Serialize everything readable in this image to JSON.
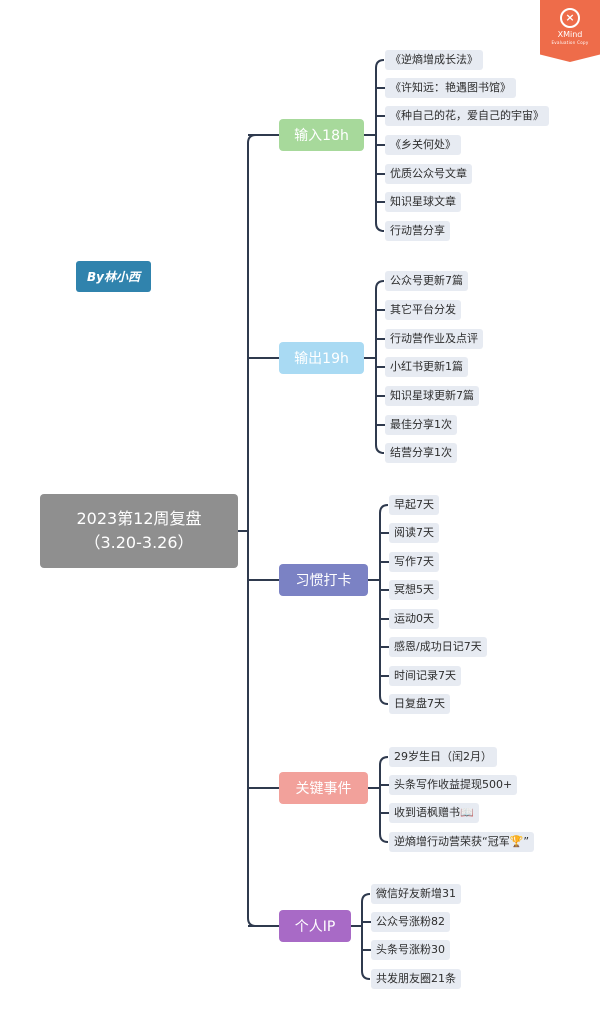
{
  "title": {
    "line1": "2023第12周复盘",
    "line2": "（3.20-3.26）"
  },
  "author": "By林小西",
  "badge": {
    "brand": "XMind",
    "subtitle": "Evaluation Copy"
  },
  "colors": {
    "root": "#8f8f8f",
    "line": "#2f3a4e",
    "leaf_bg": "#e7ebf2",
    "author_bg": "#3083ad",
    "badge_bg": "#ee6c4a"
  },
  "branches": [
    {
      "label": "输入18h",
      "color": "#a7d99b",
      "items": [
        "《逆熵增成长法》",
        "《许知远：艳遇图书馆》",
        "《种自己的花，爱自己的宇宙》",
        "《乡关何处》",
        "优质公众号文章",
        "知识星球文章",
        "行动营分享"
      ]
    },
    {
      "label": "输出19h",
      "color": "#a9daf3",
      "items": [
        "公众号更新7篇",
        "其它平台分发",
        "行动营作业及点评",
        "小红书更新1篇",
        "知识星球更新7篇",
        "最佳分享1次",
        "结营分享1次"
      ]
    },
    {
      "label": "习惯打卡",
      "color": "#7b82c4",
      "items": [
        "早起7天",
        "阅读7天",
        "写作7天",
        "冥想5天",
        "运动0天",
        "感恩/成功日记7天",
        "时间记录7天",
        "日复盘7天"
      ]
    },
    {
      "label": "关键事件",
      "color": "#f2a19b",
      "items": [
        "29岁生日（闰2月）",
        "头条写作收益提现500+",
        "收到语枫赠书📖",
        "逆熵增行动营荣获“冠军🏆”"
      ]
    },
    {
      "label": "个人IP",
      "color": "#a86ac6",
      "items": [
        "微信好友新增31",
        "公众号涨粉82",
        "头条号涨粉30",
        "共发朋友圈21条"
      ]
    }
  ]
}
